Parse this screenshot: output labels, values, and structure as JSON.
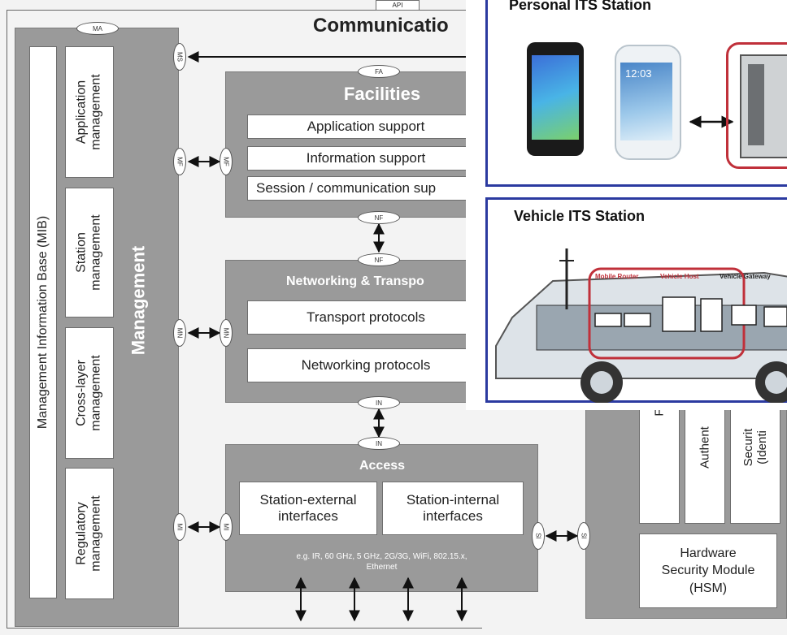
{
  "header": {
    "api_tag": "API",
    "communications_title": "Communicatio"
  },
  "management": {
    "title": "Management",
    "mib": "Management Information Base (MIB)",
    "application": [
      "Application",
      "management"
    ],
    "station": [
      "Station",
      "management"
    ],
    "crosslayer": [
      "Cross-layer",
      "management"
    ],
    "regulatory": [
      "Regulatory",
      "management"
    ]
  },
  "saps": {
    "ma": "MA",
    "ms": "MS",
    "mf": "MF",
    "mn": "MN",
    "mi": "MI",
    "fa": "FA",
    "nf": "NF",
    "in": "IN",
    "si": "SI"
  },
  "facilities": {
    "title": "Facilities",
    "rows": [
      "Application support",
      "Information support",
      "Session / communication sup"
    ]
  },
  "networking": {
    "title": "Networking & Transpo",
    "rows": [
      "Transport protocols",
      "Networking protocols"
    ]
  },
  "access": {
    "title": "Access",
    "external": [
      "Station-external",
      "interfaces"
    ],
    "internal": [
      "Station-internal",
      "interfaces"
    ],
    "note": [
      "e.g. IR, 60 GHz, 5 GHz, 2G/3G, WiFi, 802.15.x,",
      "Ethernet"
    ]
  },
  "security": {
    "col1": "F",
    "col2": "Authent",
    "col3": [
      "Securit",
      "(Identi"
    ],
    "hsm": [
      "Hardware",
      "Security Module",
      "(HSM)"
    ]
  },
  "overlay": {
    "personal_title": "Personal ITS Station",
    "vehicle_title": "Vehicle ITS Station",
    "phone_time": "12:03",
    "vehicle_labels": [
      "Mobile Router",
      "Vehicle Host",
      "Vehicle Gateway"
    ]
  }
}
